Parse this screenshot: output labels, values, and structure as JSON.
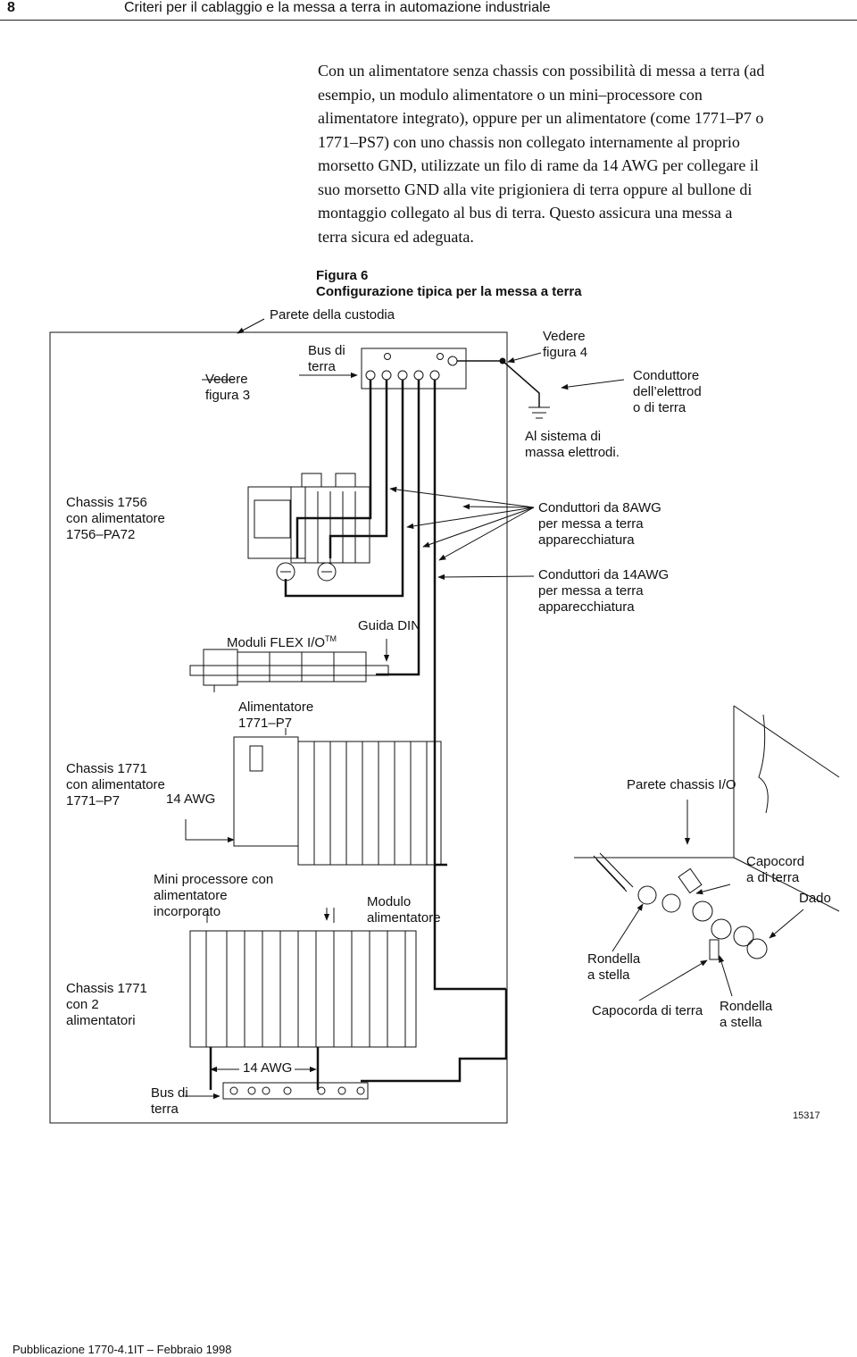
{
  "header": {
    "page_number": "8",
    "title": "Criteri per il cablaggio e la messa a terra in automazione industriale"
  },
  "intro_text": "Con un alimentatore senza chassis con possibilità di messa a terra (ad\nesempio, un modulo alimentatore o un mini–processore con\nalimentatore integrato), oppure per un alimentatore (come 1771–P7 o\n1771–PS7) con uno chassis non collegato internamente al proprio\nmorsetto GND, utilizzate un filo di rame da 14 AWG per collegare il\nsuo morsetto GND alla vite prigioniera di terra oppure al bullone di\nmontaggio collegato al bus di terra.  Questo assicura una messa a\nterra sicura ed adeguata.",
  "figure": {
    "number": "Figura 6",
    "title": "Configurazione tipica per la messa a terra",
    "labels": {
      "enclosure_wall": "Parete della custodia",
      "see_figure_3": "Vedere\nfigura 3",
      "ground_bus_top": "Bus di\nterra",
      "see_figure_4": "Vedere\nfigura 4",
      "electrode_conductor": "Conduttore\ndell’elettrod\no di terra",
      "to_electrode_system": "Al sistema di\nmassa elettrodi.",
      "chassis_1756": "Chassis 1756\ncon alimentatore\n1756–PA72",
      "conductors_8awg": "Conduttori da 8AWG\nper messa a terra\napparecchiatura",
      "conductors_14awg": "Conduttori da 14AWG\nper messa a terra\napparecchiatura",
      "flex_io": "Moduli FLEX I/O",
      "tm": "TM",
      "din_rail": "Guida DIN",
      "power_supply_p7": "Alimentatore\n1771–P7",
      "chassis_1771_p7": "Chassis 1771\ncon alimentatore\n1771–P7",
      "awg14_a": "14 AWG",
      "io_chassis_wall": "Parete chassis I/O",
      "mini_processor": "Mini processore con\nalimentatore\nincorporato",
      "ps_module": "Modulo\nalimentatore",
      "ground_lug_top": "Capocord\na di terra",
      "nut": "Dado",
      "star_washer_a": "Rondella\na stella",
      "ground_lug_bottom": "Capocorda di terra",
      "star_washer_b": "Rondella\na stella",
      "chassis_1771_2ps": "Chassis 1771\ncon 2\nalimentatori",
      "awg14_b": "14 AWG",
      "ground_bus_bottom": "Bus di\nterra",
      "figure_id": "15317"
    }
  },
  "footer": {
    "publication": "Pubblicazione 1770-4.1IT – Febbraio 1998"
  }
}
